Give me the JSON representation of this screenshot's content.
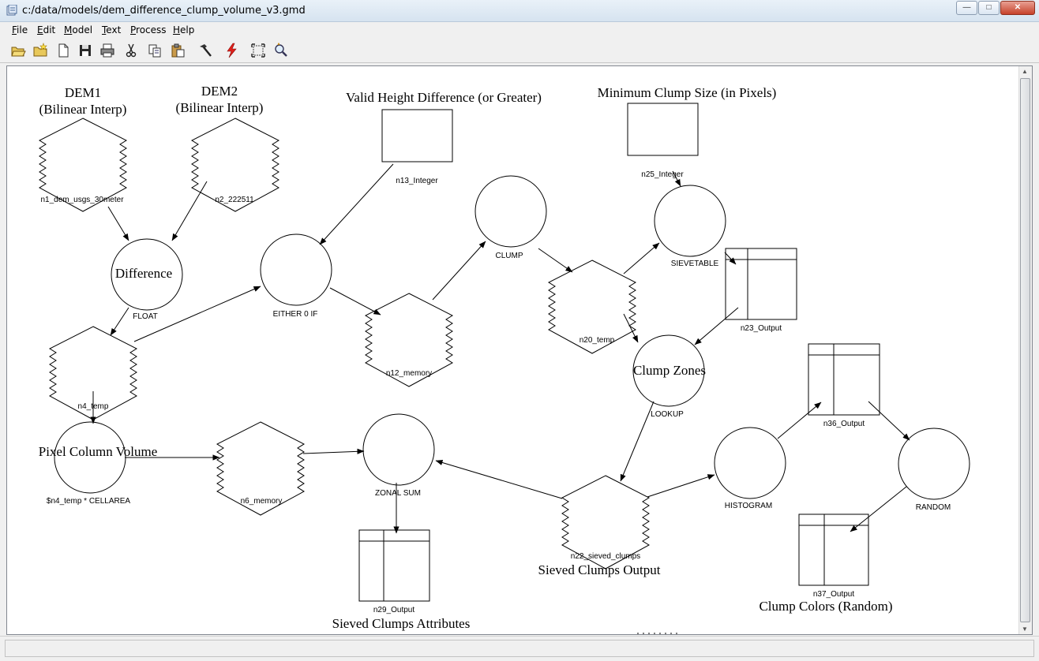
{
  "window": {
    "title": "c:/data/models/dem_difference_clump_volume_v3.gmd"
  },
  "menu": [
    "File",
    "Edit",
    "Model",
    "Text",
    "Process",
    "Help"
  ],
  "toolbar": [
    "open-folder-icon",
    "new-folder-icon",
    "new-document-icon",
    "save-icon",
    "print-icon",
    "cut-icon",
    "copy-icon",
    "paste-icon",
    "hammer-icon",
    "lightning-icon",
    "fit-view-icon",
    "zoom-icon"
  ],
  "diagram": {
    "captions": {
      "dem1": "DEM1",
      "dem1_sub": "(Bilinear Interp)",
      "dem2": "DEM2",
      "dem2_sub": "(Bilinear Interp)",
      "valid_height": "Valid Height Difference (or Greater)",
      "min_clump": "Minimum Clump Size (in Pixels)",
      "difference": "Difference",
      "clump_zones": "Clump Zones",
      "pixel_volume": "Pixel Column Volume",
      "sieved_output": "Sieved Clumps Output",
      "sieved_attrs": "Sieved Clumps Attributes",
      "clump_colors": "Clump Colors (Random)"
    },
    "labels": {
      "n1": "n1_dem_usgs_30meter",
      "n2": "n2_222511",
      "n13": "n13_Integer",
      "n25": "n25_Integer",
      "float": "FLOAT",
      "either": "EITHER 0 IF",
      "clump": "CLUMP",
      "sievetable": "SIEVETABLE",
      "n23": "n23_Output",
      "n12": "n12_memory",
      "n20": "n20_temp",
      "lookup": "LOOKUP",
      "n4": "n4_temp",
      "n36": "n36_Output",
      "cellarea": "$n4_temp * CELLAREA",
      "n6": "n6_memory",
      "zonal": "ZONAL SUM",
      "histogram": "HISTOGRAM",
      "random": "RANDOM",
      "n22": "n22_sieved_clumps",
      "n37": "n37_Output",
      "n29": "n29_Output"
    }
  }
}
